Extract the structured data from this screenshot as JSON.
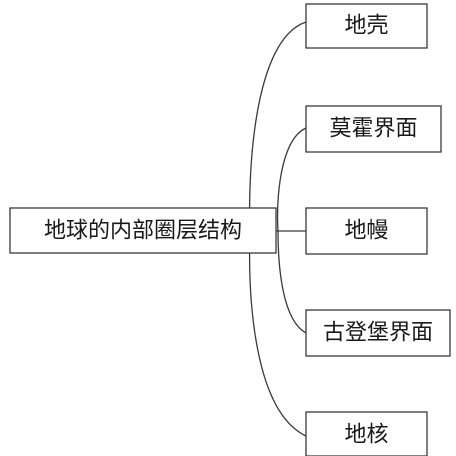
{
  "diagram": {
    "root": {
      "label": "地球的内部圈层结构"
    },
    "children": [
      {
        "label": "地壳"
      },
      {
        "label": "莫霍界面"
      },
      {
        "label": "地幔"
      },
      {
        "label": "古登堡界面"
      },
      {
        "label": "地核"
      }
    ]
  },
  "colors": {
    "line": "#3a3a3a",
    "text": "#1a1a1a",
    "background": "#ffffff"
  }
}
